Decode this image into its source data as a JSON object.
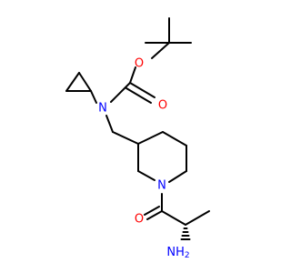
{
  "molecule": {
    "atoms": {
      "ester_oxygen": {
        "symbol": "O",
        "color": "#ff0000"
      },
      "carbonyl_oxygen_carbamate": {
        "symbol": "O",
        "color": "#ff0000"
      },
      "carbamate_nitrogen": {
        "symbol": "N",
        "color": "#0000ff"
      },
      "ring_nitrogen": {
        "symbol": "N",
        "color": "#0000ff"
      },
      "carbonyl_oxygen_amide": {
        "symbol": "O",
        "color": "#ff0000"
      },
      "amine_nitrogen": {
        "symbol": "NH",
        "subscript": "2",
        "color": "#0000ff"
      }
    },
    "bond_color": "#000000",
    "stereo_marker": "hashed-wedge"
  }
}
